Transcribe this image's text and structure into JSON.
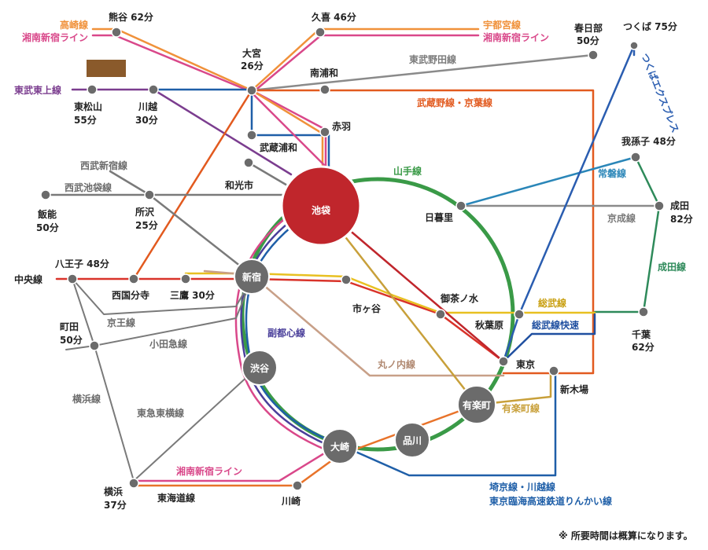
{
  "colors": {
    "yamanote": "#3a9a47",
    "takasaki": "#f0913a",
    "shonan": "#d9488a",
    "utsunomiya": "#f0913a",
    "tobu_tojo": "#7b3d8f",
    "saikyo": "#1f5fa8",
    "musashino": "#e25a1f",
    "tobu_noda": "#8a8a8a",
    "seibu": "#7a7a7a",
    "chuo": "#d9332a",
    "sobu": "#e8c021",
    "sobu_rapid": "#1f4fa0",
    "tsukuba": "#2a5db0",
    "joban": "#2a86b8",
    "narita": "#2e8a5a",
    "keisei": "#8a8a8a",
    "yurakucho": "#c8a03a",
    "marunouchi": "#c8a088",
    "fukutoshin": "#4a3f9a",
    "tokaido": "#e8732a",
    "keio": "#7a7a7a",
    "odakyu": "#7a7a7a",
    "yokohama": "#7a7a7a",
    "tokyu": "#7a7a7a",
    "ikebukuro": "#c0262c"
  },
  "hub": {
    "name": "池袋"
  },
  "stations": {
    "kumagaya": "熊谷 62分",
    "kuki": "久喜 46分",
    "kasukabe": "春日部",
    "kasukabe_time": "50分",
    "tsukuba": "つくば 75分",
    "omiya": "大宮",
    "omiya_time": "26分",
    "minami_urawa": "南浦和",
    "higashi_matsuyama": "東松山",
    "higashi_matsuyama_time": "55分",
    "kawagoe": "川越",
    "kawagoe_time": "30分",
    "akabane": "赤羽",
    "musashi_urawa": "武蔵浦和",
    "wakoshi": "和光市",
    "abiko": "我孫子 48分",
    "nippori": "日暮里",
    "narita": "成田",
    "narita_time": "82分",
    "hanno": "飯能",
    "hanno_time": "50分",
    "tokorozawa": "所沢",
    "tokorozawa_time": "25分",
    "hachioji": "八王子 48分",
    "shinjuku": "新宿",
    "kokubunji": "西国分寺",
    "mitaka": "三鷹 30分",
    "ichigaya": "市ヶ谷",
    "ochanomizu": "御茶ノ水",
    "akihabara": "秋葉原",
    "chiba": "千葉",
    "chiba_time": "62分",
    "machida": "町田",
    "machida_time": "50分",
    "shibuya": "渋谷",
    "tokyo": "東京",
    "shinkiba": "新木場",
    "yurakucho": "有楽町",
    "shinagawa": "品川",
    "osaki": "大崎",
    "yokohama": "横浜",
    "yokohama_time": "37分",
    "kawasaki": "川崎"
  },
  "lines": {
    "takasaki": "高崎線",
    "shonan_left": "湘南新宿ライン",
    "utsunomiya": "宇都宮線",
    "shonan_right": "湘南新宿ライン",
    "tobu_noda": "東武野田線",
    "tobu_tojo": "東武東上線",
    "musashino": "武蔵野線・京葉線",
    "tsukuba": "つくばエクスプレス",
    "yamanote": "山手線",
    "joban": "常磐線",
    "seibu_shinjuku": "西武新宿線",
    "seibu_ikebukuro": "西武池袋線",
    "keisei": "京成線",
    "narita": "成田線",
    "chuo": "中央線",
    "sobu": "総武線",
    "sobu_rapid": "総武線快速",
    "keio": "京王線",
    "fukutoshin": "副都心線",
    "odakyu": "小田急線",
    "marunouchi": "丸ノ内線",
    "yokohama": "横浜線",
    "tokyu": "東急東横線",
    "yurakucho": "有楽町線",
    "shonan_bottom": "湘南新宿ライン",
    "tokaido": "東海道線",
    "saikyo": "埼京線・川越線",
    "rinkai": "東京臨海高速鉄道りんかい線"
  },
  "footnote": "※ 所要時間は概算になります。"
}
